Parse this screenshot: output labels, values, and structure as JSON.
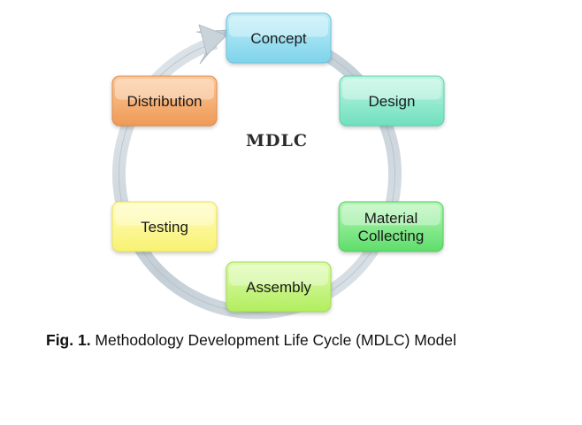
{
  "diagram": {
    "center_label": "MDLC",
    "nodes": [
      {
        "id": "concept",
        "lines": [
          "Concept"
        ],
        "color_top": "#bfeef8",
        "color_bottom": "#7fd3ea",
        "border": "#6cc3dc"
      },
      {
        "id": "design",
        "lines": [
          "Design"
        ],
        "color_top": "#bff5e3",
        "color_bottom": "#6fe0bd",
        "border": "#5fd0ad"
      },
      {
        "id": "material-collecting",
        "lines": [
          "Material",
          "Collecting"
        ],
        "color_top": "#b6f5b6",
        "color_bottom": "#5ede6a",
        "border": "#52cc5e"
      },
      {
        "id": "assembly",
        "lines": [
          "Assembly"
        ],
        "color_top": "#ddfbb0",
        "color_bottom": "#b2ee5e",
        "border": "#a2de50"
      },
      {
        "id": "testing",
        "lines": [
          "Testing"
        ],
        "color_top": "#fffcc0",
        "color_bottom": "#f8f272",
        "border": "#e8e266"
      },
      {
        "id": "distribution",
        "lines": [
          "Distribution"
        ],
        "color_top": "#fbc89a",
        "color_bottom": "#ef9a56",
        "border": "#de8c4c"
      }
    ],
    "ring_color": "#c9d3da"
  },
  "caption": {
    "label": "Fig. 1.",
    "text": " Methodology Development Life Cycle (MDLC) Model"
  }
}
